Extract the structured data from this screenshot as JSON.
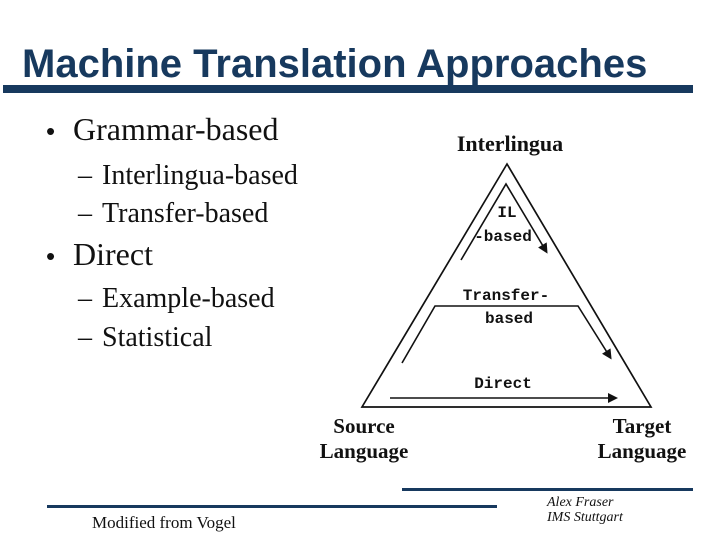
{
  "slide": {
    "title": "Machine Translation Approaches",
    "bullets": [
      {
        "marker": "•",
        "text": "Grammar-based"
      },
      {
        "marker": "–",
        "text": "Interlingua-based"
      },
      {
        "marker": "–",
        "text": "Transfer-based"
      },
      {
        "marker": "•",
        "text": "Direct"
      },
      {
        "marker": "–",
        "text": "Example-based"
      },
      {
        "marker": "–",
        "text": "Statistical"
      }
    ],
    "diagram": {
      "apex_label": "Interlingua",
      "il_arrow_label_line1": "IL",
      "il_arrow_label_line2": "-based",
      "transfer_arrow_label_line1": "Transfer-",
      "transfer_arrow_label_line2": "based",
      "direct_arrow_label": "Direct",
      "source_label_line1": "Source",
      "source_label_line2": "Language",
      "target_label_line1": "Target",
      "target_label_line2": "Language"
    },
    "footer": {
      "credit": "Modified from Vogel",
      "author": "Alex Fraser",
      "affiliation": "IMS Stuttgart"
    },
    "colors": {
      "accent": "#17395E",
      "diagram_ink": "#111111"
    }
  }
}
